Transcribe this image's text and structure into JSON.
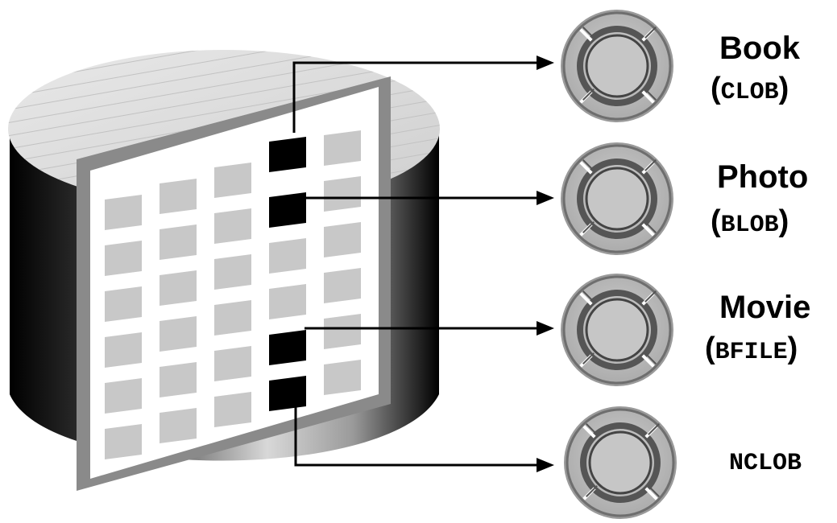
{
  "items": [
    {
      "title": "Book",
      "type": "CLOB"
    },
    {
      "title": "Photo",
      "type": "BLOB"
    },
    {
      "title": "Movie",
      "type": "BFILE"
    },
    {
      "title": "",
      "type": "NCLOB"
    }
  ],
  "colors": {
    "cell": "#c8c8c8",
    "highlight": "#000000",
    "disk": "#bdbdbd",
    "border": "#8a8a8a"
  }
}
